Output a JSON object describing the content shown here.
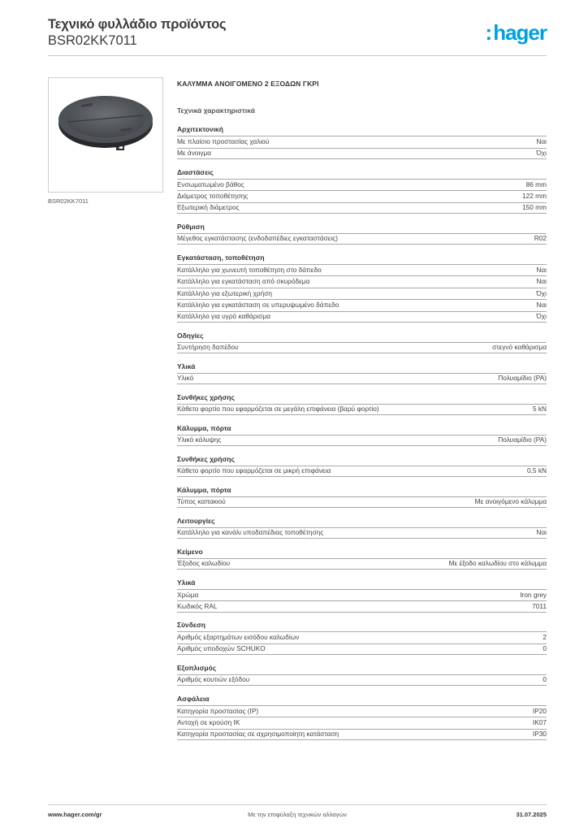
{
  "header": {
    "title": "Τεχνικό φυλλάδιο προϊόντος",
    "code": "BSR02KK7011",
    "logo_prefix": ":",
    "logo_text": "hager",
    "logo_color": "#00a0df"
  },
  "image": {
    "caption": "BSR02KK7011"
  },
  "product": {
    "name": "ΚΑΛΥΜΜΑ ΑΝΟΙΓΟΜΕΝΟ 2 ΕΞΟΔΩΝ ΓΚΡΙ",
    "tech_heading": "Τεχνικά χαρακτηριστικά"
  },
  "sections": [
    {
      "title": "Αρχιτεκτονική",
      "rows": [
        {
          "label": "Με πλαίσιο προστασίας χαλιού",
          "value": "Ναι"
        },
        {
          "label": "Με άνοιγμα",
          "value": "Όχι"
        }
      ]
    },
    {
      "title": "Διαστάσεις",
      "rows": [
        {
          "label": "Ενσωματωμένο βάθος",
          "value": "86 mm"
        },
        {
          "label": "Διάμετρος τοποθέτησης",
          "value": "122 mm"
        },
        {
          "label": "Εξωτερική διάμετρος",
          "value": "150 mm"
        }
      ]
    },
    {
      "title": "Ρύθμιση",
      "rows": [
        {
          "label": "Μέγεθος εγκατάστασης (ενδοδαπέδιες εγκαταστάσεις)",
          "value": "R02"
        }
      ]
    },
    {
      "title": "Εγκατάσταση, τοποθέτηση",
      "rows": [
        {
          "label": "Κατάλληλο για χωνευτή τοποθέτηση στο δάπεδο",
          "value": "Ναι"
        },
        {
          "label": "Κατάλληλο για εγκατάσταση από σκυρόδεμα",
          "value": "Ναι"
        },
        {
          "label": "Κατάλληλο για εξωτερική χρήση",
          "value": "Όχι"
        },
        {
          "label": "Κατάλληλο για εγκατάσταση σε υπερυψωμένο δάπεδο",
          "value": "Ναι"
        },
        {
          "label": "Κατάλληλο για υγρό καθάρισμα",
          "value": "Όχι"
        }
      ]
    },
    {
      "title": "Οδηγίες",
      "rows": [
        {
          "label": "Συντήρηση δαπέδου",
          "value": "στεγνό καθάρισμα"
        }
      ]
    },
    {
      "title": "Υλικά",
      "rows": [
        {
          "label": "Υλικό",
          "value": "Πολυαμίδιο (PA)"
        }
      ]
    },
    {
      "title": "Συνθήκες χρήσης",
      "rows": [
        {
          "label": "Κάθετο φορτίο που εφαρμόζεται σε μεγάλη επιφάνεια (βαρύ φορτίο)",
          "value": "5 kN"
        }
      ]
    },
    {
      "title": "Κάλυμμα, πόρτα",
      "rows": [
        {
          "label": "Υλικό κάλυψης",
          "value": "Πολυαμίδιο (PA)"
        }
      ]
    },
    {
      "title": "Συνθήκες χρήσης",
      "rows": [
        {
          "label": "Κάθετο φορτίο που εφαρμόζεται σε μικρή επιφάνεια",
          "value": "0,5 kN"
        }
      ]
    },
    {
      "title": "Κάλυμμα, πόρτα",
      "rows": [
        {
          "label": "Τύπος καπακιού",
          "value": "Με ανοιγόμενο κάλυμμα"
        }
      ]
    },
    {
      "title": "Λειτουργίες",
      "rows": [
        {
          "label": "Κατάλληλο για κανάλι υποδαπέδιας τοποθέτησης",
          "value": "Ναι"
        }
      ]
    },
    {
      "title": "Κείμενο",
      "rows": [
        {
          "label": "Έξοδος καλωδίου",
          "value": "Με έξοδο καλωδίου στο κάλυμμα"
        }
      ]
    },
    {
      "title": "Υλικά",
      "rows": [
        {
          "label": "Χρώμα",
          "value": "Iron grey"
        },
        {
          "label": "Κωδικός RAL",
          "value": "7011"
        }
      ]
    },
    {
      "title": "Σύνδεση",
      "rows": [
        {
          "label": "Αριθμός εξαρτημάτων εισόδου καλωδίων",
          "value": "2"
        },
        {
          "label": "Αριθμός υποδοχών SCHUKO",
          "value": "0"
        }
      ]
    },
    {
      "title": "Εξοπλισμός",
      "rows": [
        {
          "label": "Αριθμός κουτιών εξόδου",
          "value": "0"
        }
      ]
    },
    {
      "title": "Ασφάλεια",
      "rows": [
        {
          "label": "Κατηγορία προστασίας (IP)",
          "value": "IP20"
        },
        {
          "label": "Αντοχή σε κρούση IK",
          "value": "IK07"
        },
        {
          "label": "Κατηγορία προστασίας σε αχρησιμοποίητη κατάσταση",
          "value": "IP30"
        }
      ]
    }
  ],
  "footer": {
    "website": "www.hager.com/gr",
    "disclaimer": "Με την επιφύλαξη τεχνικών αλλαγών",
    "date": "31.07.2025"
  }
}
